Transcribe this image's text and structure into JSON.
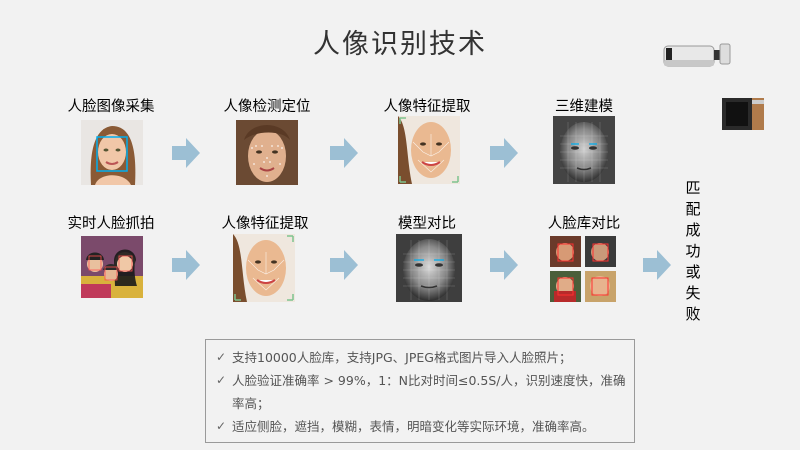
{
  "title": "人像识别技术",
  "row1": {
    "steps": [
      "人脸图像采集",
      "人像检测定位",
      "人像特征提取",
      "三维建模"
    ]
  },
  "row2": {
    "steps": [
      "实时人脸抓拍",
      "人像特征提取",
      "模型对比",
      "人脸库对比"
    ]
  },
  "result": [
    "匹",
    "配",
    "成",
    "功",
    "或",
    "失",
    "败"
  ],
  "notes": [
    "支持10000人脸库，支持JPG、JPEG格式图片导入人脸照片；",
    "人脸验证准确率 > 99%，1：N比对时间≤0.5S/人，识别速度快，准确率高；",
    "适应侧脸，遮挡，模糊，表情，明暗变化等实际环境，准确率高。"
  ],
  "colors": {
    "arrow": "#9cbfd4",
    "accent": "#00aeef",
    "detect": "#7ec48e"
  },
  "icons": {
    "check": "✓"
  }
}
